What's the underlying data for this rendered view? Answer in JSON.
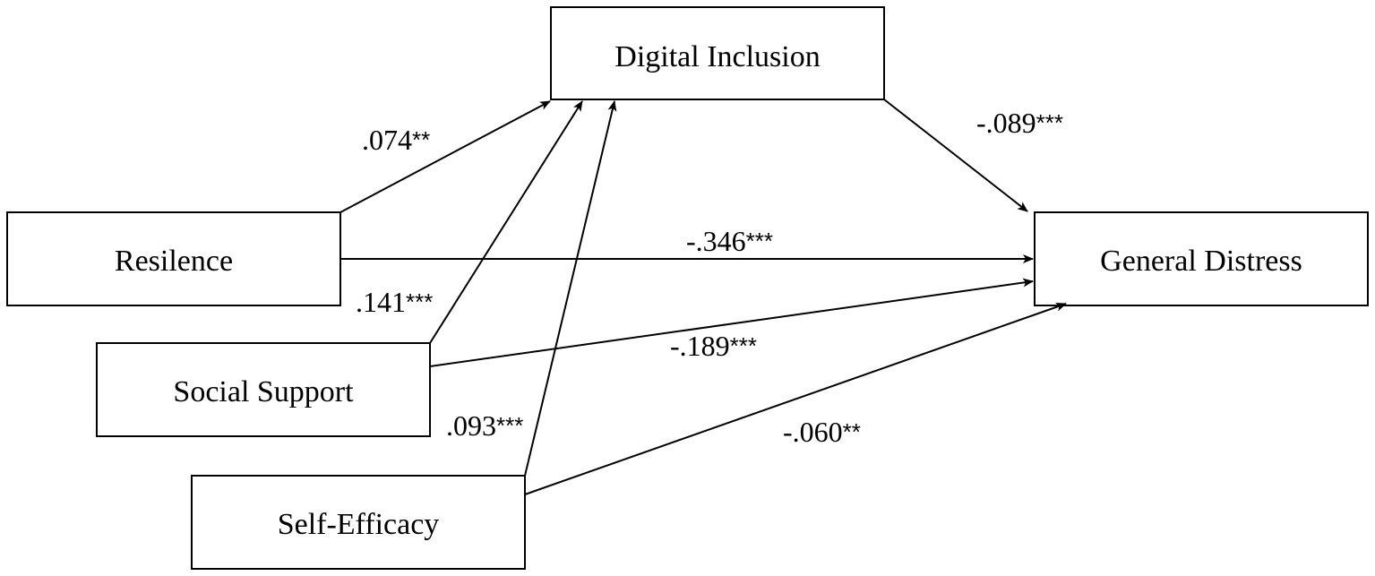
{
  "nodes": {
    "digital_inclusion": "Digital Inclusion",
    "resilience": "Resilence",
    "social_support": "Social Support",
    "self_efficacy": "Self-Efficacy",
    "general_distress": "General Distress"
  },
  "paths": {
    "resilience_to_inclusion": {
      "value": ".074",
      "sig": "**"
    },
    "social_to_inclusion": {
      "value": ".141",
      "sig": "***"
    },
    "efficacy_to_inclusion": {
      "value": ".093",
      "sig": "***"
    },
    "inclusion_to_distress": {
      "value": "-.089",
      "sig": "***"
    },
    "resilience_to_distress": {
      "value": "-.346",
      "sig": "***"
    },
    "social_to_distress": {
      "value": "-.189",
      "sig": "***"
    },
    "efficacy_to_distress": {
      "value": "-.060",
      "sig": "**"
    }
  },
  "colors": {
    "stroke": "#000000",
    "background": "#ffffff"
  }
}
